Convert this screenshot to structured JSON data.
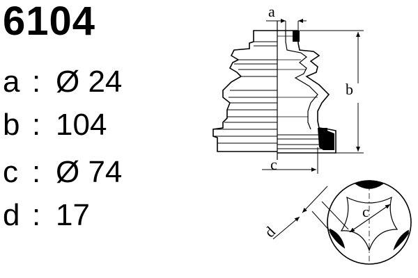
{
  "part_number": "6104",
  "specs": [
    {
      "key": "a",
      "separator": ":",
      "value": "Ø 24"
    },
    {
      "key": "b",
      "separator": ":",
      "value": "104"
    },
    {
      "key": "c",
      "separator": ":",
      "value": "Ø 74"
    },
    {
      "key": "d",
      "separator": ":",
      "value": "17"
    }
  ],
  "drawing_labels": {
    "a": "a",
    "b": "b",
    "c": "c",
    "c_end": "c",
    "d": "d"
  }
}
